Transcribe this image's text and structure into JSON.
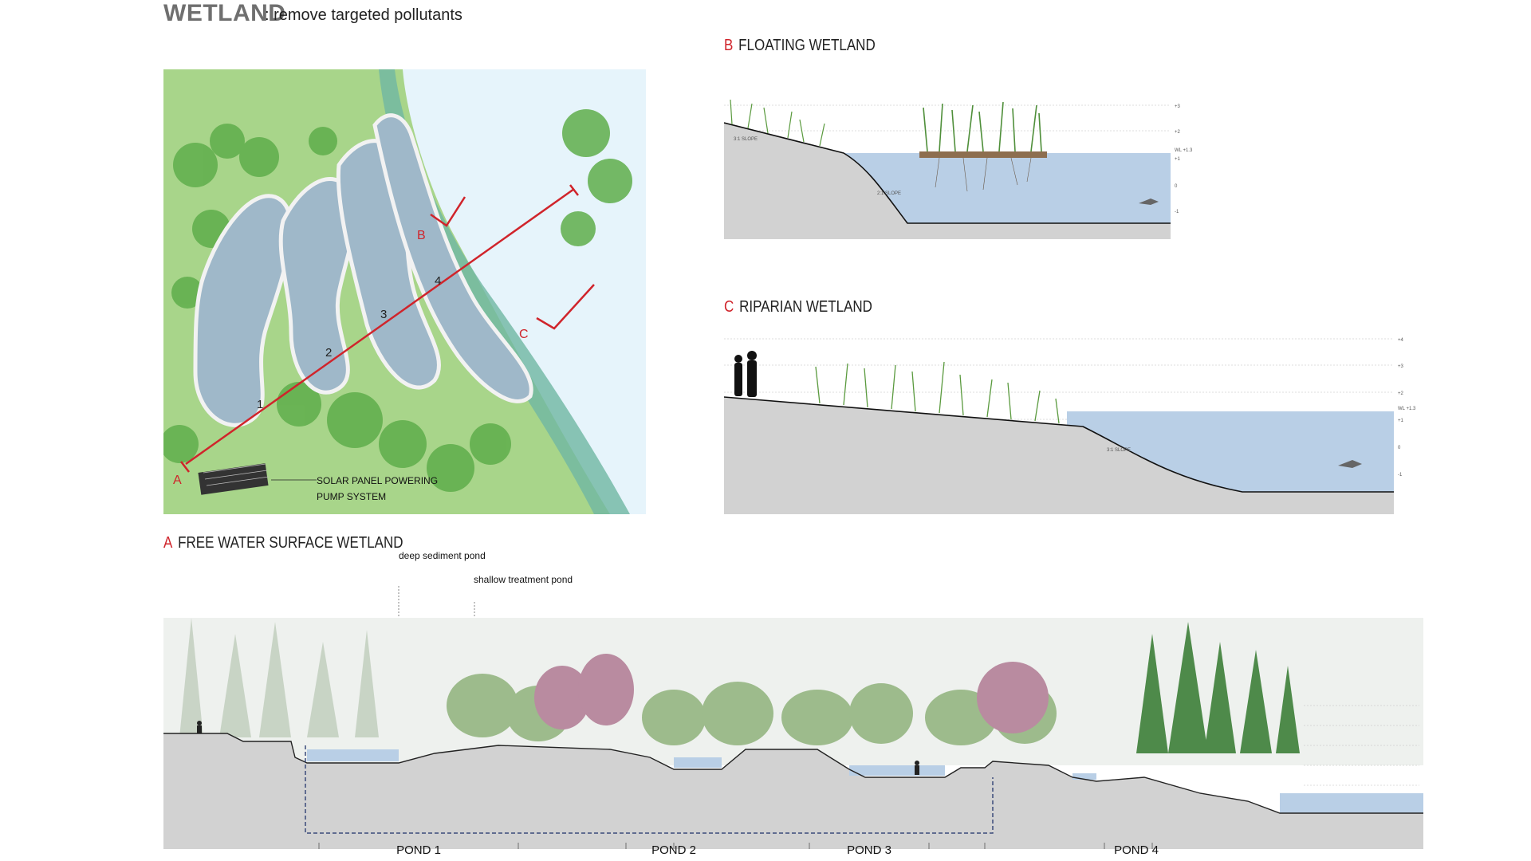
{
  "header": {
    "title": "WETLAND",
    "subtitle": ": remove targeted pollutants"
  },
  "plan": {
    "section_markers": [
      "A",
      "B",
      "C"
    ],
    "pond_numbers": [
      "1",
      "2",
      "3",
      "4"
    ],
    "solar_label_line1": "SOLAR PANEL POWERING",
    "solar_label_line2": "PUMP SYSTEM"
  },
  "section_b": {
    "letter": "B",
    "title": "FLOATING WETLAND",
    "slope_top": "3:1 SLOPE",
    "slope_bottom": "2:1 SLOPE",
    "elevations": [
      "+3",
      "+2",
      "WL +1.3",
      "+1",
      "0",
      "-1"
    ]
  },
  "section_c": {
    "letter": "C",
    "title": "RIPARIAN WETLAND",
    "slope": "3:1 SLOPE",
    "elevations": [
      "+4",
      "+3",
      "+2",
      "WL +1.3",
      "+1",
      "0",
      "-1"
    ]
  },
  "section_a": {
    "letter": "A",
    "title": "FREE WATER SURFACE WETLAND",
    "annotations": [
      "deep sediment pond",
      "shallow treatment pond"
    ],
    "ponds": [
      "POND 1",
      "POND 2",
      "POND 3",
      "POND 4"
    ]
  },
  "colors": {
    "accent": "#d0242b",
    "water": "#b9cfe6",
    "ground": "#d2d2d2",
    "green": "#9cc97a"
  }
}
